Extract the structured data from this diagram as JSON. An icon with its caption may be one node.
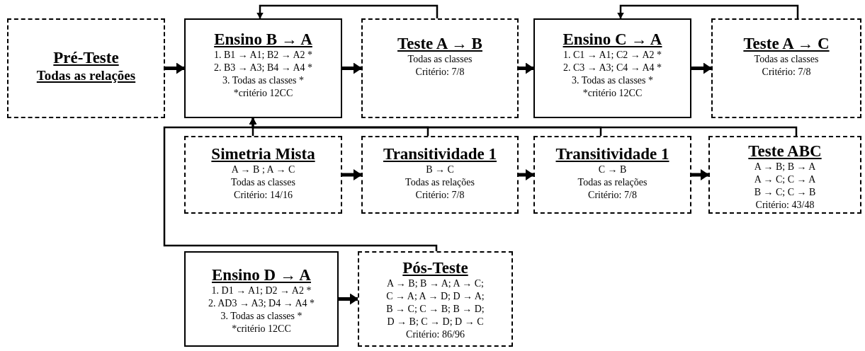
{
  "diagram": {
    "nodes": [
      {
        "text": [
          "Pré-Teste",
          "Todas as relações"
        ]
      },
      {
        "text": [
          "Ensino B → A",
          "1. B1 → A1; B2 → A2 *",
          "2. B3 → A3; B4 → A4 *",
          "3. Todas as classes *",
          "*critério 12CC"
        ]
      },
      {
        "text": [
          "Teste A → B",
          "Todas as classes",
          "Critério: 7/8"
        ]
      },
      {
        "text": [
          "Ensino C → A",
          "1. C1 → A1; C2 → A2 *",
          "2. C3 → A3; C4 → A4 *",
          "3. Todas as classes *",
          "*critério 12CC"
        ]
      },
      {
        "text": [
          "Teste A → C",
          "Todas as classes",
          "Critério: 7/8"
        ]
      },
      {
        "text": [
          "Simetria Mista",
          "A → B ; A → C",
          "Todas as classes",
          "Critério: 14/16"
        ]
      },
      {
        "text": [
          "Transitividade 1",
          "B → C",
          "Todas as relações",
          "Critério: 7/8"
        ]
      },
      {
        "text": [
          "Transitividade 1",
          "C → B",
          "Todas as relações",
          "Critério: 7/8"
        ]
      },
      {
        "text": [
          "Teste ABC",
          "A → B; B → A",
          "A → C; C → A",
          "B → C; C → B",
          "Critério: 43/48"
        ]
      },
      {
        "text": [
          "Ensino D → A",
          "1. D1 → A1; D2 → A2 *",
          "2. AD3 → A3; D4 → A4 *",
          "3. Todas as classes *",
          "*critério 12CC"
        ]
      },
      {
        "text": [
          "Pós-Teste",
          "A → B; B → A; A → C;",
          "C → A; A → D; D → A;",
          "B → C; C → B; B → D;",
          "D → B; C → D; D → C",
          "Critério: 86/96"
        ]
      }
    ],
    "edges": [
      {
        "from": 0,
        "to": 1,
        "arrow": "to"
      },
      {
        "from": 1,
        "to": 2,
        "arrow": "to"
      },
      {
        "from": 2,
        "to": 1,
        "arrow": "to"
      },
      {
        "from": 2,
        "to": 3,
        "arrow": "to"
      },
      {
        "from": 3,
        "to": 4,
        "arrow": "to"
      },
      {
        "from": 4,
        "to": 3,
        "arrow": "to"
      },
      {
        "from": 5,
        "to": 6,
        "arrow": "to"
      },
      {
        "from": 6,
        "to": 7,
        "arrow": "to"
      },
      {
        "from": 7,
        "to": 8,
        "arrow": "to"
      },
      {
        "from": 5,
        "to": 1,
        "arrow": "to"
      },
      {
        "from": 6,
        "to": 1,
        "arrow": "to"
      },
      {
        "from": 7,
        "to": 1,
        "arrow": "to"
      },
      {
        "from": 8,
        "to": 1,
        "arrow": "to"
      },
      {
        "from": 9,
        "to": 10,
        "arrow": "to"
      },
      {
        "from": 10,
        "to": 1,
        "arrow": "to"
      }
    ]
  }
}
